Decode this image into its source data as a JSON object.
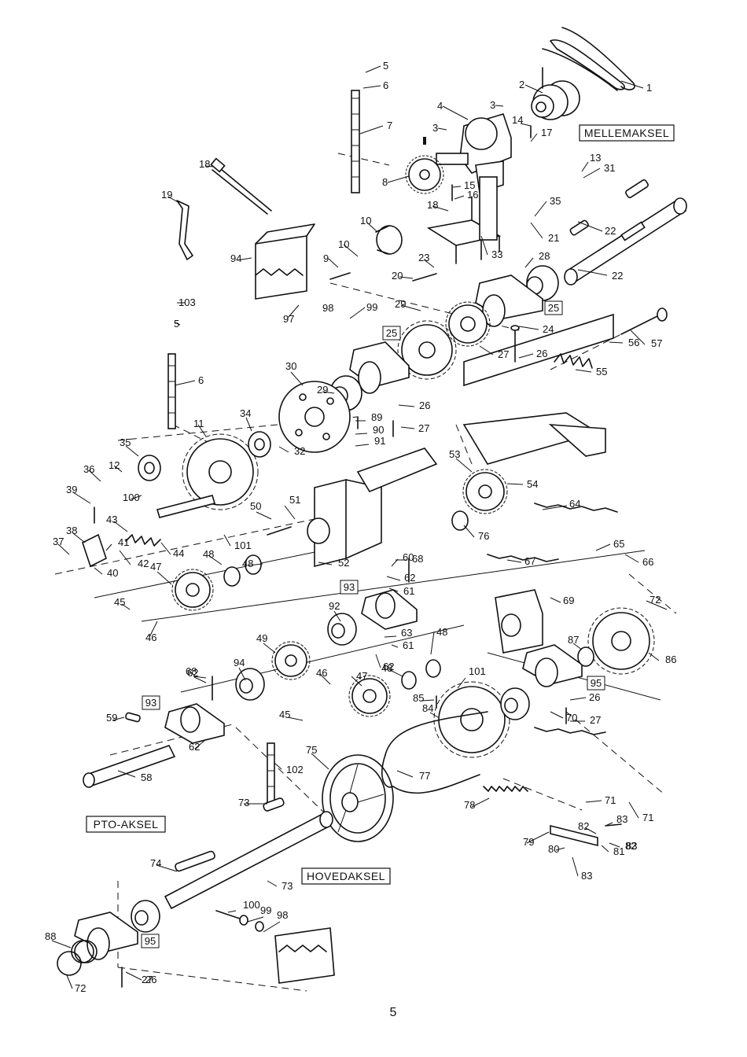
{
  "page_number": "5",
  "assembly_labels": {
    "mellemaksel": "MELLEMAKSEL",
    "pto_aksel": "PTO-AKSEL",
    "hovedaksel": "HOVEDAKSEL"
  },
  "boxed_part_numbers": [
    "25",
    "25",
    "93",
    "93",
    "95",
    "95"
  ],
  "part_callouts": [
    "1",
    "2",
    "3",
    "3",
    "4",
    "5",
    "6",
    "7",
    "8",
    "9",
    "10",
    "10",
    "11",
    "12",
    "13",
    "14",
    "15",
    "16",
    "17",
    "18",
    "18",
    "19",
    "20",
    "21",
    "22",
    "22",
    "23",
    "24",
    "26",
    "26",
    "26",
    "26",
    "27",
    "27",
    "27",
    "27",
    "28",
    "29",
    "29",
    "30",
    "31",
    "32",
    "33",
    "34",
    "35",
    "35",
    "36",
    "37",
    "38",
    "39",
    "40",
    "41",
    "42",
    "43",
    "44",
    "45",
    "45",
    "46",
    "46",
    "47",
    "47",
    "48",
    "48",
    "48",
    "48",
    "49",
    "50",
    "51",
    "52",
    "53",
    "54",
    "55",
    "56",
    "57",
    "58",
    "59",
    "60",
    "61",
    "61",
    "62",
    "62",
    "62",
    "62",
    "63",
    "64",
    "65",
    "66",
    "67",
    "68",
    "68",
    "69",
    "70",
    "71",
    "71",
    "72",
    "72",
    "73",
    "73",
    "74",
    "75",
    "76",
    "77",
    "78",
    "79",
    "80",
    "81",
    "82",
    "82",
    "83",
    "83",
    "83",
    "84",
    "85",
    "86",
    "87",
    "88",
    "89",
    "90",
    "91",
    "92",
    "94",
    "94",
    "97",
    "98",
    "98",
    "99",
    "99",
    "100",
    "100",
    "101",
    "101",
    "102",
    "103",
    "5",
    "6",
    "7"
  ]
}
